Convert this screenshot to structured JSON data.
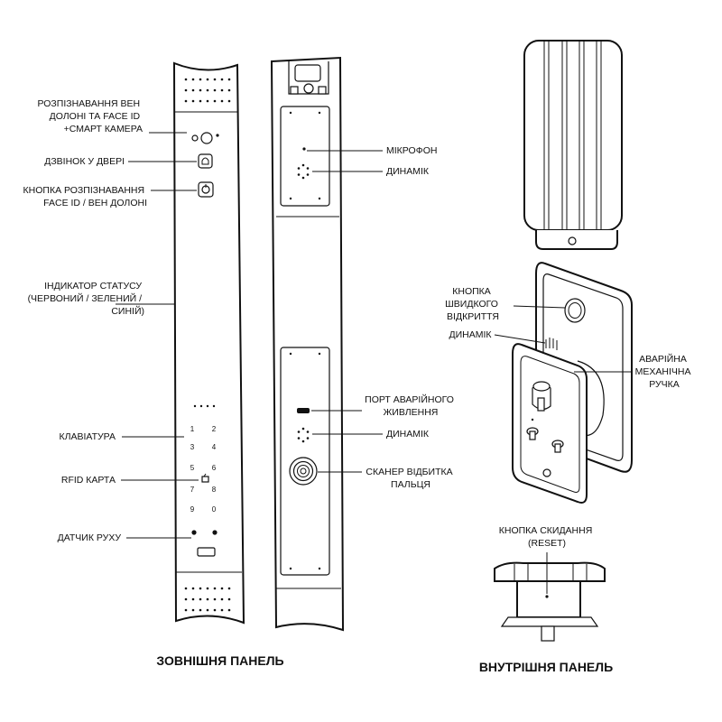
{
  "labels": {
    "palm_face_camera": [
      "РОЗПІЗНАВАННЯ ВЕН",
      "ДОЛОНІ ТА FACE ID",
      "+СМАРТ КАМЕРА"
    ],
    "doorbell": "ДЗВІНОК У ДВЕРІ",
    "recognition_button": [
      "КНОПКА РОЗПІЗНАВАННЯ",
      "FACE ID / ВЕН ДОЛОНІ"
    ],
    "status_indicator": [
      "ІНДИКАТОР СТАТУСУ",
      "(ЧЕРВОНИЙ / ЗЕЛЕНИЙ /",
      "СИНІЙ)"
    ],
    "keypad": "КЛАВІАТУРА",
    "rfid": "RFID КАРТА",
    "motion_sensor": "ДАТЧИК РУХУ",
    "microphone": "МІКРОФОН",
    "speaker_top": "ДИНАМІК",
    "emergency_power": [
      "ПОРТ АВАРІЙНОГО",
      "ЖИВЛЕННЯ"
    ],
    "speaker_bottom": "ДИНАМІК",
    "fingerprint": [
      "СКАНЕР ВІДБИТКА",
      "ПАЛЬЦЯ"
    ],
    "quick_open": [
      "КНОПКА",
      "ШВИДКОГО",
      "ВІДКРИТТЯ"
    ],
    "speaker_inner": "ДИНАМІК",
    "emergency_handle": [
      "АВАРІЙНА",
      "МЕХАНІЧНА",
      "РУЧКА"
    ],
    "reset": [
      "КНОПКА СКИДАННЯ",
      "(RESET)"
    ]
  },
  "captions": {
    "outer_panel": "ЗОВНІШНЯ ПАНЕЛЬ",
    "inner_panel": "ВНУТРІШНЯ ПАНЕЛЬ"
  },
  "keypad_keys": [
    "1",
    "2",
    "3",
    "4",
    "5",
    "6",
    "7",
    "8",
    "9",
    "0"
  ]
}
